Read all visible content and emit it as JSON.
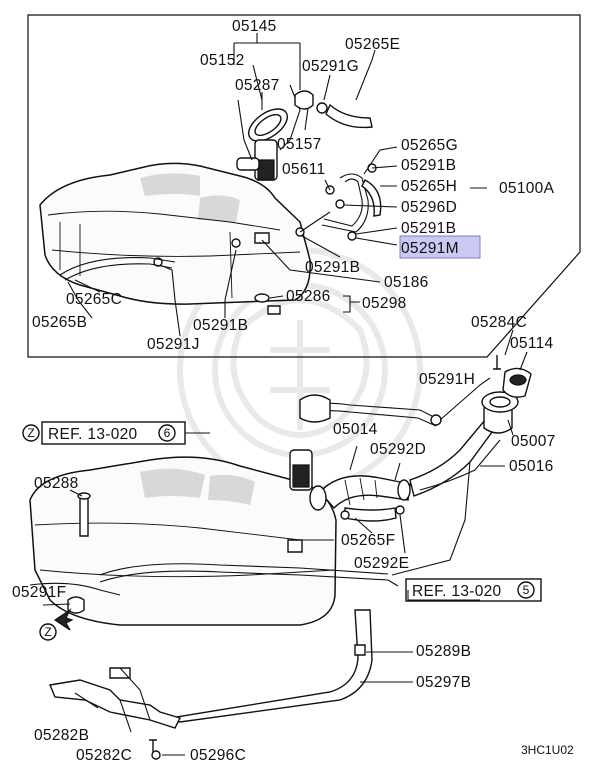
{
  "labels": {
    "p05145": "05145",
    "p05152": "05152",
    "p05287": "05287",
    "p05265E": "05265E",
    "p05291G": "05291G",
    "p05157": "05157",
    "p05265G": "05265G",
    "p05611": "05611",
    "p05291B_a": "05291B",
    "p05265H": "05265H",
    "p05100A": "05100A",
    "p05296D": "05296D",
    "p05291B_b": "05291B",
    "p05291M": "05291M",
    "p05291B_c": "05291B",
    "p05186": "05186",
    "p05265C": "05265C",
    "p05286": "05286",
    "p05298": "05298",
    "p05265B": "05265B",
    "p05291B_d": "05291B",
    "p05291J": "05291J",
    "p05284C": "05284C",
    "p05114": "05114",
    "p05291H": "05291H",
    "p05007": "05007",
    "p05014": "05014",
    "p05292D": "05292D",
    "p05016": "05016",
    "p05288": "05288",
    "p05265F": "05265F",
    "p05292E": "05292E",
    "p05291F": "05291F",
    "p05289B": "05289B",
    "p05297B": "05297B",
    "p05282B": "05282B",
    "p05282C": "05282C",
    "p05296C": "05296C"
  },
  "refs": {
    "ref1_letter": "Z",
    "ref1_text": "REF. 13-020",
    "ref1_num": "6",
    "ref2_text": "REF. 13-020",
    "ref2_num": "5",
    "z_marker": "Z"
  },
  "diagram_code": "3HC1U02",
  "highlight_color": "#c9c9f3"
}
